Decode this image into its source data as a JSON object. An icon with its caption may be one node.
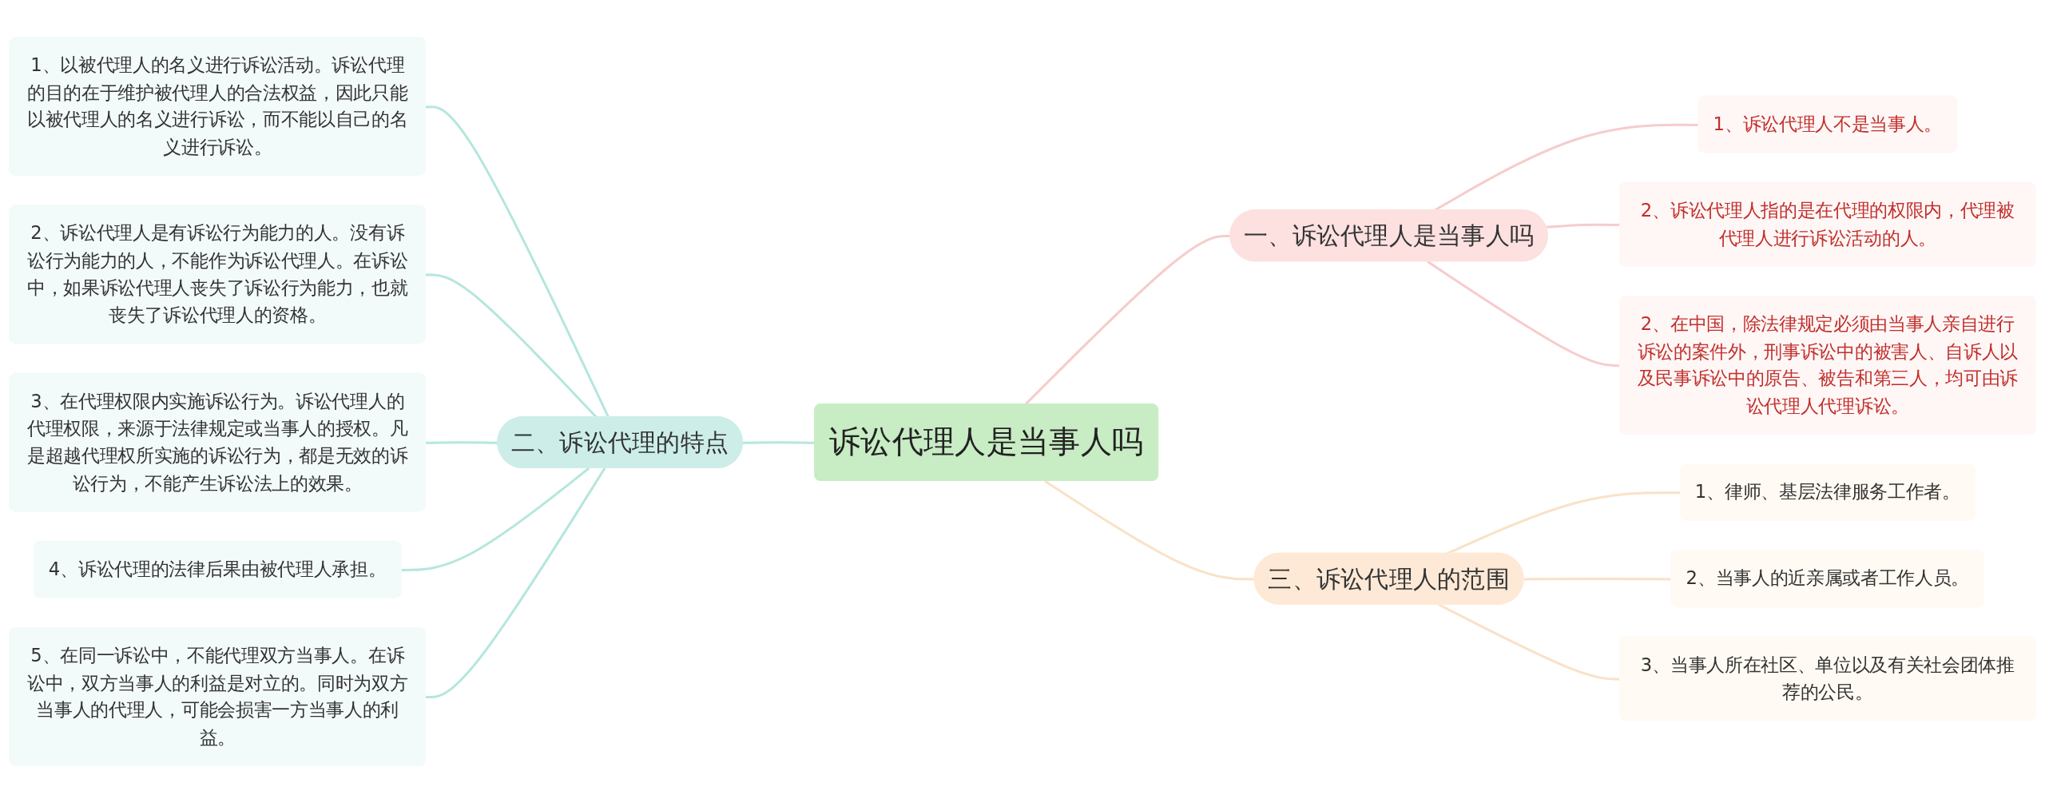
{
  "diagram": {
    "nodes": [
      {
        "text": [
          "诉讼代理人是当事人吗"
        ]
      },
      {
        "text": [
          "一、诉讼代理人是当事人吗"
        ]
      },
      {
        "text": [
          "1、诉讼代理人不是当事人。"
        ]
      },
      {
        "text": [
          "2、诉讼代理人指的是在代理的权限内，代理被代理人进行诉讼活动的人。"
        ]
      },
      {
        "text": [
          "2、在中国，除法律规定必须由当事人亲自进行诉讼的案件外，刑事诉讼中的被害人、自诉人以及民事诉讼中的原告、被告和第三人，均可由诉讼代理人代理诉讼。"
        ]
      },
      {
        "text": [
          "二、诉讼代理的特点"
        ]
      },
      {
        "text": [
          "1、以被代理人的名义进行诉讼活动。诉讼代理的目的在于维护被代理人的合法权益，因此只能以被代理人的名义进行诉讼，而不能以自己的名义进行诉讼。"
        ]
      },
      {
        "text": [
          "2、诉讼代理人是有诉讼行为能力的人。没有诉讼行为能力的人，不能作为诉讼代理人。在诉讼中，如果诉讼代理人丧失了诉讼行为能力，也就丧失了诉讼代理人的资格。"
        ]
      },
      {
        "text": [
          "3、在代理权限内实施诉讼行为。诉讼代理人的代理权限，来源于法律规定或当事人的授权。凡是超越代理权所实施的诉讼行为，都是无效的诉讼行为，不能产生诉讼法上的效果。"
        ]
      },
      {
        "text": [
          "4、诉讼代理的法律后果由被代理人承担。"
        ]
      },
      {
        "text": [
          "5、在同一诉讼中，不能代理双方当事人。在诉讼中，双方当事人的利益是对立的。同时为双方当事人的代理人，可能会损害一方当事人的利益。"
        ]
      },
      {
        "text": [
          "三、诉讼代理人的范围"
        ]
      },
      {
        "text": [
          "1、律师、基层法律服务工作者。"
        ]
      },
      {
        "text": [
          "2、当事人的近亲属或者工作人员。"
        ]
      },
      {
        "text": [
          "3、当事人所在社区、单位以及有关社会团体推荐的公民。"
        ]
      }
    ],
    "edges": [
      {
        "from": 0,
        "to": 1,
        "arrow": "none",
        "color": "#f6cccc"
      },
      {
        "from": 1,
        "to": 2,
        "arrow": "none",
        "color": "#f6cccc"
      },
      {
        "from": 1,
        "to": 3,
        "arrow": "none",
        "color": "#f6cccc"
      },
      {
        "from": 1,
        "to": 4,
        "arrow": "none",
        "color": "#f6cccc"
      },
      {
        "from": 0,
        "to": 5,
        "arrow": "none"
      },
      {
        "from": 5,
        "to": 6,
        "arrow": "none"
      },
      {
        "from": 5,
        "to": 7,
        "arrow": "none"
      },
      {
        "from": 5,
        "to": 8,
        "arrow": "none"
      },
      {
        "from": 5,
        "to": 9,
        "arrow": "none"
      },
      {
        "from": 5,
        "to": 10,
        "arrow": "none"
      },
      {
        "from": 0,
        "to": 11,
        "arrow": "none",
        "color": "#f9e2c8"
      },
      {
        "from": 11,
        "to": 12,
        "arrow": "none",
        "color": "#f9e2c8"
      },
      {
        "from": 11,
        "to": 13,
        "arrow": "none",
        "color": "#f9e2c8"
      },
      {
        "from": 11,
        "to": 14,
        "arrow": "none",
        "color": "#f9e2c8"
      }
    ]
  }
}
